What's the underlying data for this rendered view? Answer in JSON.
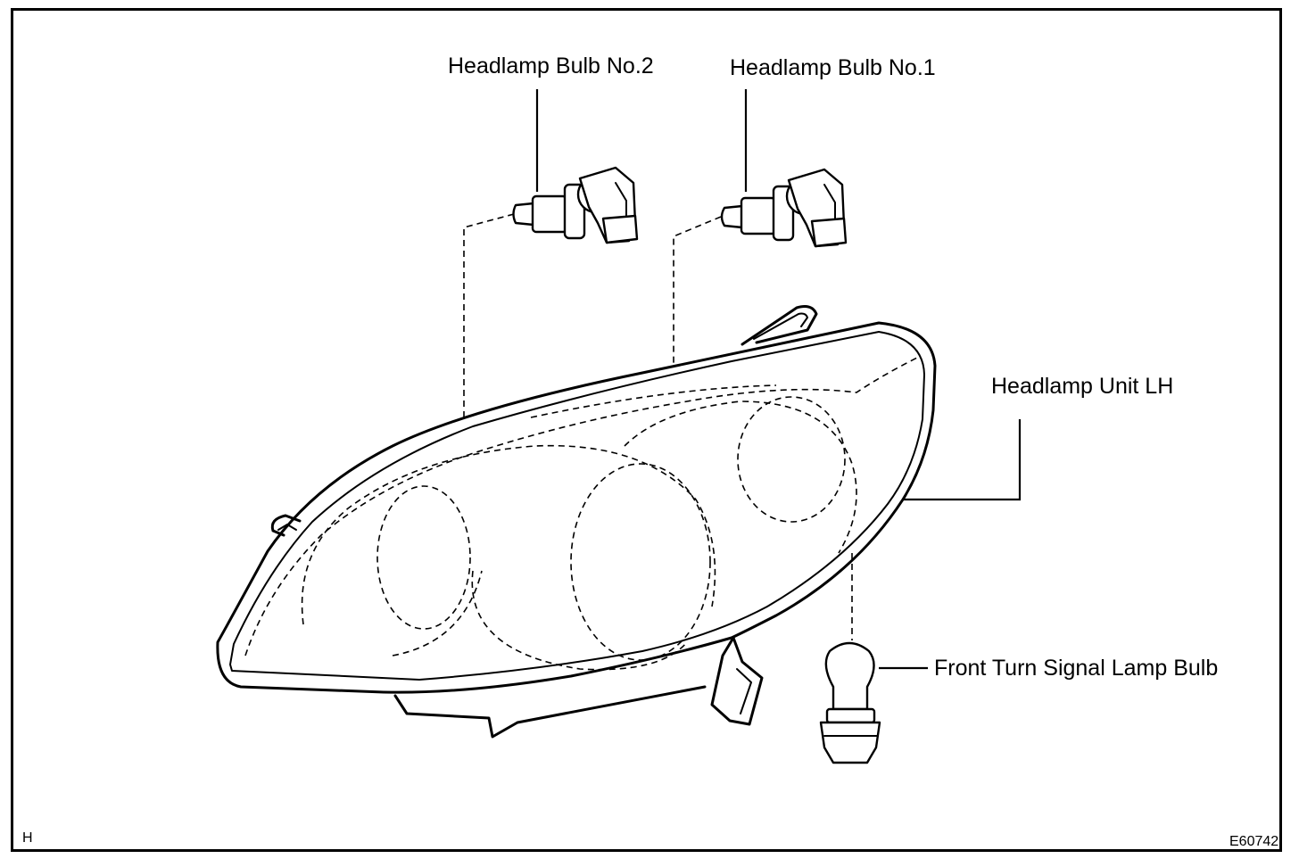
{
  "labels": {
    "bulb2": "Headlamp Bulb No.2",
    "bulb1": "Headlamp Bulb No.1",
    "unit": "Headlamp Unit LH",
    "turn": "Front Turn Signal Lamp Bulb",
    "corner": "H",
    "figure_id": "E60742"
  }
}
